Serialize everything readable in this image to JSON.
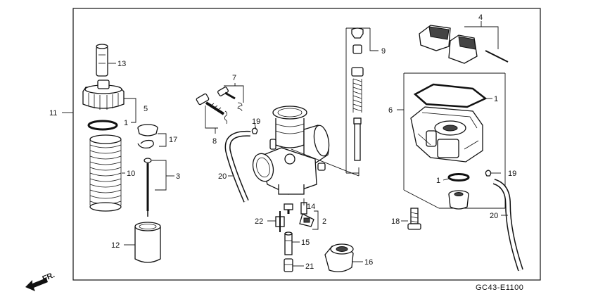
{
  "callouts": {
    "c1a": "1",
    "c1b": "1",
    "c1c": "1",
    "c2": "2",
    "c3": "3",
    "c4": "4",
    "c5": "5",
    "c6": "6",
    "c7": "7",
    "c8": "8",
    "c9": "9",
    "c10": "10",
    "c11": "11",
    "c12": "12",
    "c13": "13",
    "c14": "14",
    "c15": "15",
    "c16": "16",
    "c17": "17",
    "c18": "18",
    "c19a": "19",
    "c19b": "19",
    "c20a": "20",
    "c20b": "20",
    "c21": "21",
    "c22": "22"
  },
  "diagram_code": "GC43-E1100",
  "front_marker": "FR."
}
